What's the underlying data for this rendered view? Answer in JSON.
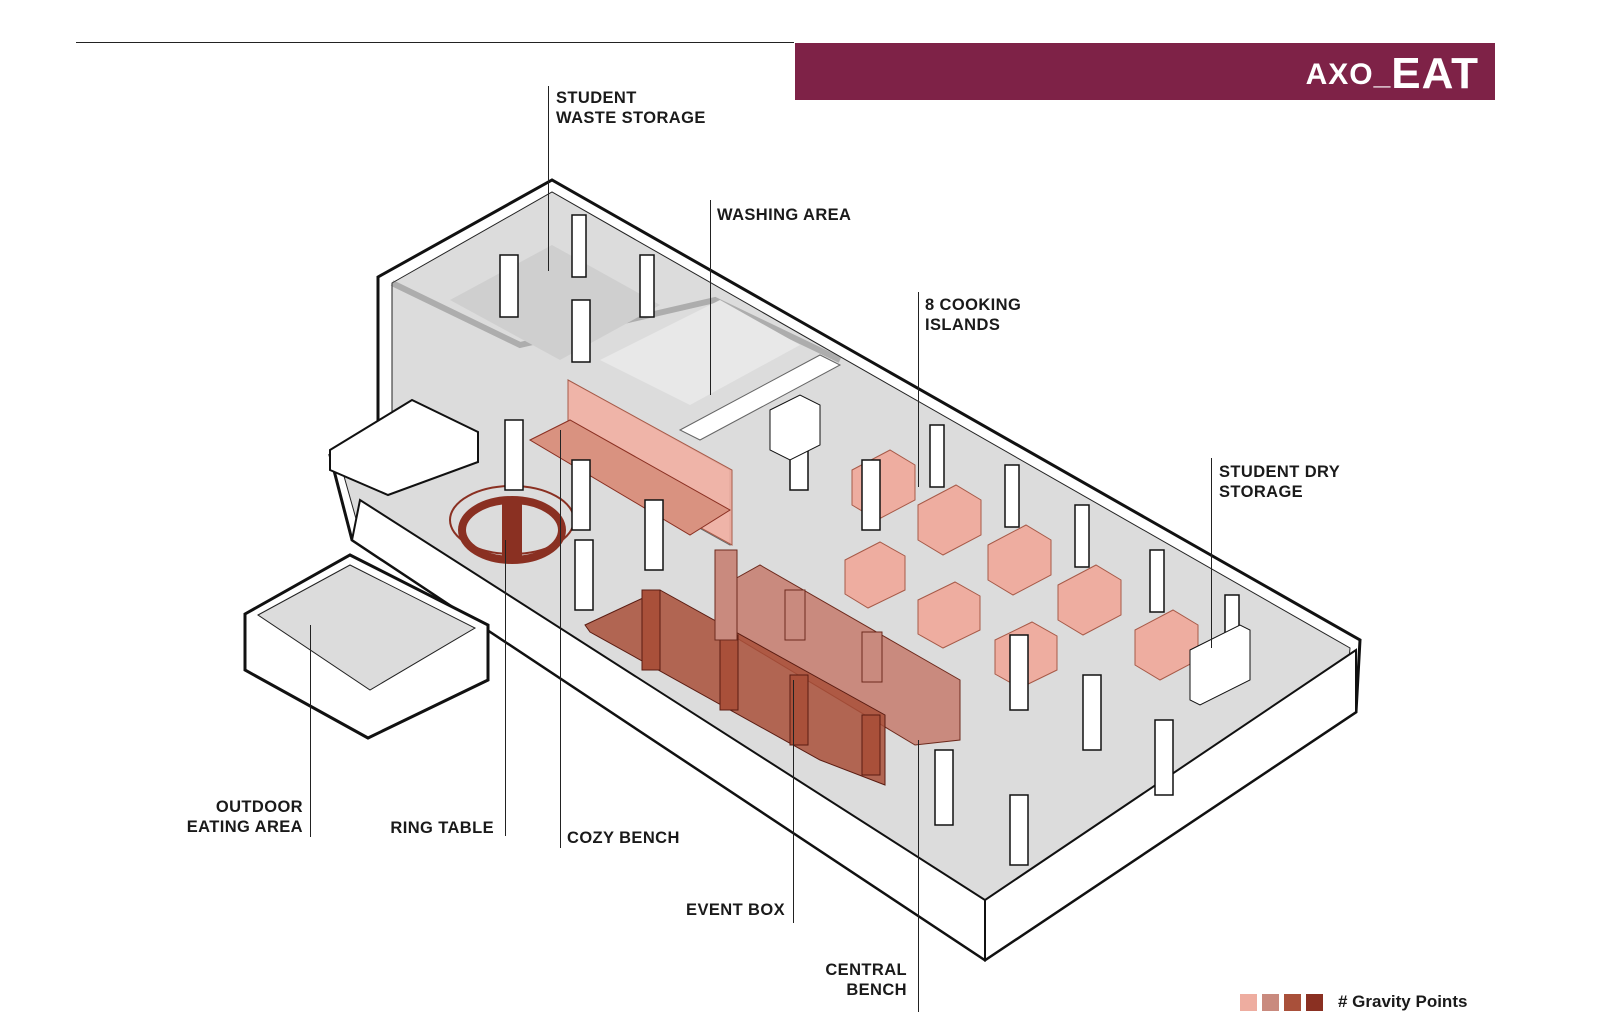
{
  "title": {
    "prefix": "AXO_",
    "main": "EAT"
  },
  "labels": {
    "student_waste_storage": [
      "STUDENT",
      "WASTE STORAGE"
    ],
    "washing_area": "WASHING AREA",
    "cooking_islands": [
      "8 COOKING",
      "ISLANDS"
    ],
    "student_dry_storage": [
      "STUDENT DRY",
      "STORAGE"
    ],
    "outdoor_eating_area": [
      "OUTDOOR",
      "EATING AREA"
    ],
    "ring_table": "RING TABLE",
    "cozy_bench": "COZY BENCH",
    "event_box": "EVENT BOX",
    "central_bench": [
      "CENTRAL",
      "BENCH"
    ]
  },
  "legend": {
    "label": "# Gravity Points",
    "swatches": [
      "#eeada0",
      "#c98a7e",
      "#a9503a",
      "#8a3022"
    ]
  },
  "colors": {
    "brand": "#7e2247",
    "floor": "#dcdcdc",
    "wall": "#ffffff",
    "outline": "#111111"
  }
}
